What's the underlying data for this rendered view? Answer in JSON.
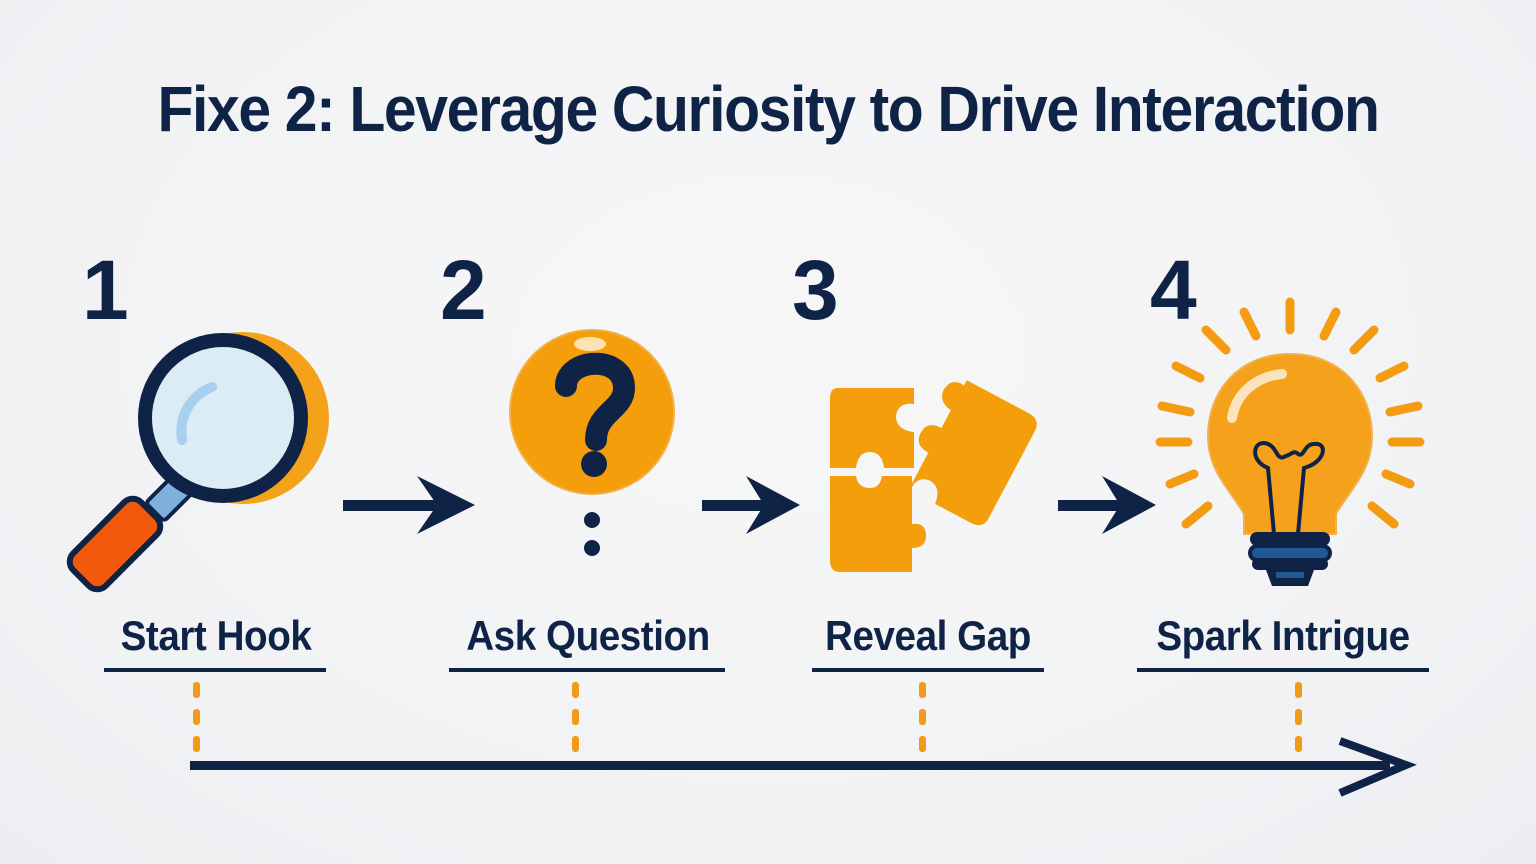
{
  "title": "Fixe 2: Leverage Curiosity to Drive Interaction",
  "steps": [
    {
      "number": "1",
      "label": "Start Hook",
      "icon": "magnifying-glass-icon"
    },
    {
      "number": "2",
      "label": "Ask Question",
      "icon": "question-mark-icon"
    },
    {
      "number": "3",
      "label": "Reveal Gap",
      "icon": "puzzle-pieces-icon"
    },
    {
      "number": "4",
      "label": "Spark Intrigue",
      "icon": "light-bulb-icon"
    }
  ],
  "colors": {
    "navy": "#0f2347",
    "orange": "#f39c12",
    "handle_orange": "#f15a0d",
    "lens_blue": "#dcecf5",
    "background": "#f2f3f5"
  }
}
